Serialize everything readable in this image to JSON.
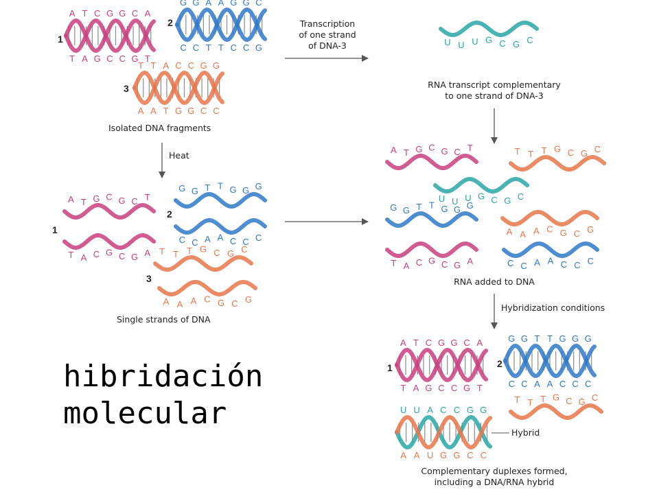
{
  "labels": {
    "isolated": "Isolated DNA fragments",
    "heat": "Heat",
    "single": "Single strands of DNA",
    "transcription": [
      "Transcription",
      "of one strand",
      "of DNA-3"
    ],
    "rna_comp": [
      "RNA transcript complementary",
      "to one strand of DNA-3"
    ],
    "rna_added": "RNA added to DNA",
    "hybridization": "Hybridization conditions",
    "hybrid": "Hybrid",
    "final": [
      "Complementary duplexes formed,",
      "including a DNA/RNA hybrid"
    ]
  },
  "numbers": {
    "n1": "1",
    "n2": "2",
    "n3": "3"
  },
  "title": "hibridación\nmolecular",
  "colors": {
    "pink": "#c8407f",
    "blue": "#2f79c8",
    "orange": "#e8774a",
    "teal": "#2aa6a6"
  },
  "seq": {
    "d1_top": "ATCGGCA",
    "d1_bot": "TAGCCGT",
    "d2_top": "GGAAGGC",
    "d2_bot": "CCTTCCG",
    "d3_top": "TTACCGG",
    "d3_bot": "AATGGCC",
    "rna": "UUUGCGC",
    "s1_top": "ATGCGCT",
    "s1_bot": "TACGCGA",
    "s2_top": "GGTTGGG",
    "s2_bot": "CCAACCC",
    "s3_top": "TTTGCGC",
    "s3_bot": "AAACGCG",
    "f2_top": "GGTTGGG",
    "f2_bot": "CCAACCC",
    "hy_top": "UUACCGG",
    "hy_bot": "AAUGGCC"
  }
}
